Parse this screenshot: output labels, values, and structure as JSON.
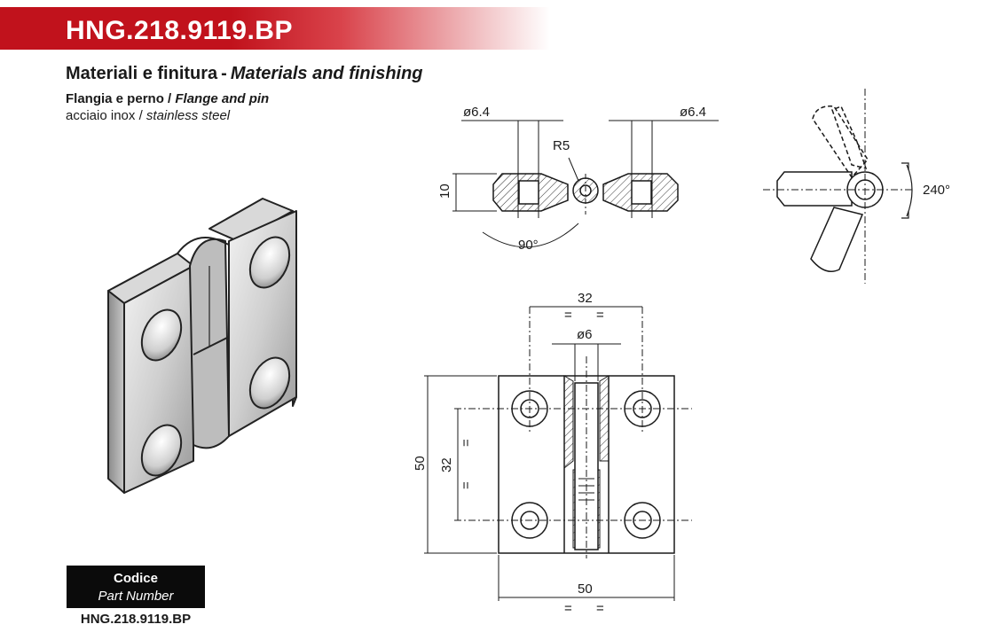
{
  "header": {
    "code": "HNG.218.9119.BP",
    "band_color": "#c1121c"
  },
  "materials": {
    "title_it": "Materiali e finitura",
    "title_sep": "-",
    "title_en": "Materials and finishing",
    "flange_it": "Flangia e perno",
    "flange_sep": "/",
    "flange_en": "Flange and pin",
    "steel_it": "acciaio inox",
    "steel_sep": "/",
    "steel_en": "stainless steel"
  },
  "part": {
    "label_it": "Codice",
    "label_en": "Part Number",
    "value": "HNG.218.9119.BP"
  },
  "dims": {
    "hole_left": "ø6.4",
    "hole_right": "ø6.4",
    "radius": "R5",
    "thickness": "10",
    "open_angle": "90°",
    "rotation": "240°",
    "hole_spacing_h": "32",
    "pin_dia": "ø6",
    "height": "50",
    "hole_spacing_v": "32",
    "width": "50",
    "equal": "="
  }
}
